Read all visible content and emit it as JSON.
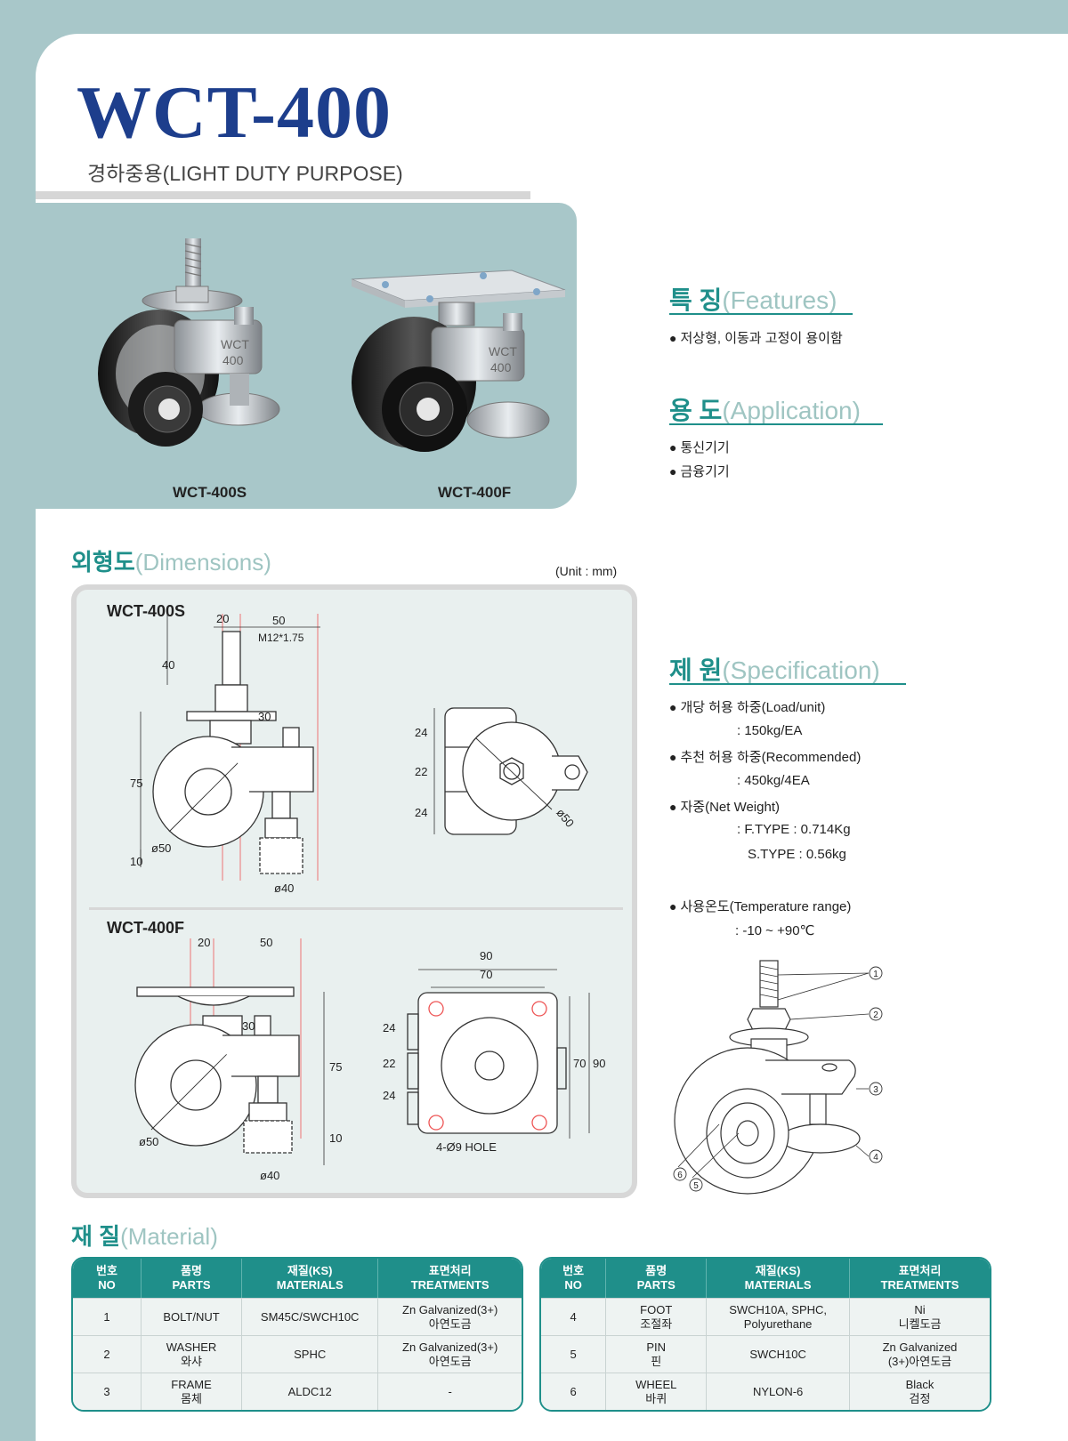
{
  "header": {
    "title": "WCT-400",
    "subtitle": "경하중용(LIGHT DUTY PURPOSE)"
  },
  "photos": [
    {
      "label": "WCT-400S"
    },
    {
      "label": "WCT-400F"
    }
  ],
  "features": {
    "heading_kr": "특 징",
    "heading_en": "(Features)",
    "items": [
      "저상형, 이동과 고정이 용이함"
    ]
  },
  "application": {
    "heading_kr": "용 도",
    "heading_en": "(Application)",
    "items": [
      "통신기기",
      "금융기기"
    ]
  },
  "dimensions": {
    "heading_kr": "외형도",
    "heading_en": "(Dimensions)",
    "unit": "(Unit : mm)",
    "s_label": "WCT-400S",
    "f_label": "WCT-400F",
    "s_side": {
      "d20": "20",
      "d50": "50",
      "thread": "M12*1.75",
      "d40": "40",
      "d30": "30",
      "d75": "75",
      "d10": "10",
      "phi50": "ø50",
      "phi40": "ø40"
    },
    "s_top": {
      "d24a": "24",
      "d22": "22",
      "d24b": "24",
      "phi50": "ø50"
    },
    "f_side": {
      "d20": "20",
      "d50": "50",
      "d30": "30",
      "d75": "75",
      "d10": "10",
      "phi50": "ø50",
      "phi40": "ø40"
    },
    "f_top": {
      "d90": "90",
      "d70": "70",
      "d24a": "24",
      "d22": "22",
      "d24b": "24",
      "v70": "70",
      "v90": "90",
      "hole": "4-Ø9 HOLE"
    }
  },
  "specification": {
    "heading_kr": "제 원",
    "heading_en": "(Specification)",
    "load": "개당 허용 하중(Load/unit)",
    "load_val": ": 150kg/EA",
    "rec": "추천 허용 하중(Recommended)",
    "rec_val": ": 450kg/4EA",
    "weight": "자중(Net Weight)",
    "weight_f": ":  F.TYPE : 0.714Kg",
    "weight_s": "S.TYPE : 0.56kg",
    "temp": "사용온도(Temperature range)",
    "temp_val": ": -10 ~ +90℃",
    "callouts": [
      "1",
      "2",
      "3",
      "4",
      "5",
      "6"
    ]
  },
  "material": {
    "heading_kr": "재 질",
    "heading_en": "(Material)",
    "headers": [
      {
        "kr": "번호",
        "en": "NO"
      },
      {
        "kr": "품명",
        "en": "PARTS"
      },
      {
        "kr": "재질(KS)",
        "en": "MATERIALS"
      },
      {
        "kr": "표면처리",
        "en": "TREATMENTS"
      }
    ],
    "left_rows": [
      {
        "no": "1",
        "part1": "BOLT/NUT",
        "part2": "",
        "mat1": "SM45C/SWCH10C",
        "mat2": "",
        "tr1": "Zn Galvanized(3+)",
        "tr2": "아연도금"
      },
      {
        "no": "2",
        "part1": "WASHER",
        "part2": "와샤",
        "mat1": "SPHC",
        "mat2": "",
        "tr1": "Zn Galvanized(3+)",
        "tr2": "아연도금"
      },
      {
        "no": "3",
        "part1": "FRAME",
        "part2": "몸체",
        "mat1": "ALDC12",
        "mat2": "",
        "tr1": "-",
        "tr2": ""
      }
    ],
    "right_rows": [
      {
        "no": "4",
        "part1": "FOOT",
        "part2": "조절좌",
        "mat1": "SWCH10A, SPHC,",
        "mat2": "Polyurethane",
        "tr1": "Ni",
        "tr2": "니켈도금"
      },
      {
        "no": "5",
        "part1": "PIN",
        "part2": "핀",
        "mat1": "SWCH10C",
        "mat2": "",
        "tr1": "Zn Galvanized",
        "tr2": "(3+)아연도금"
      },
      {
        "no": "6",
        "part1": "WHEEL",
        "part2": "바퀴",
        "mat1": "NYLON-6",
        "mat2": "",
        "tr1": "Black",
        "tr2": "검정"
      }
    ]
  },
  "colors": {
    "teal": "#1f8f8a",
    "title_blue": "#1d3e8c",
    "panel_bg": "#a8c7c9"
  }
}
